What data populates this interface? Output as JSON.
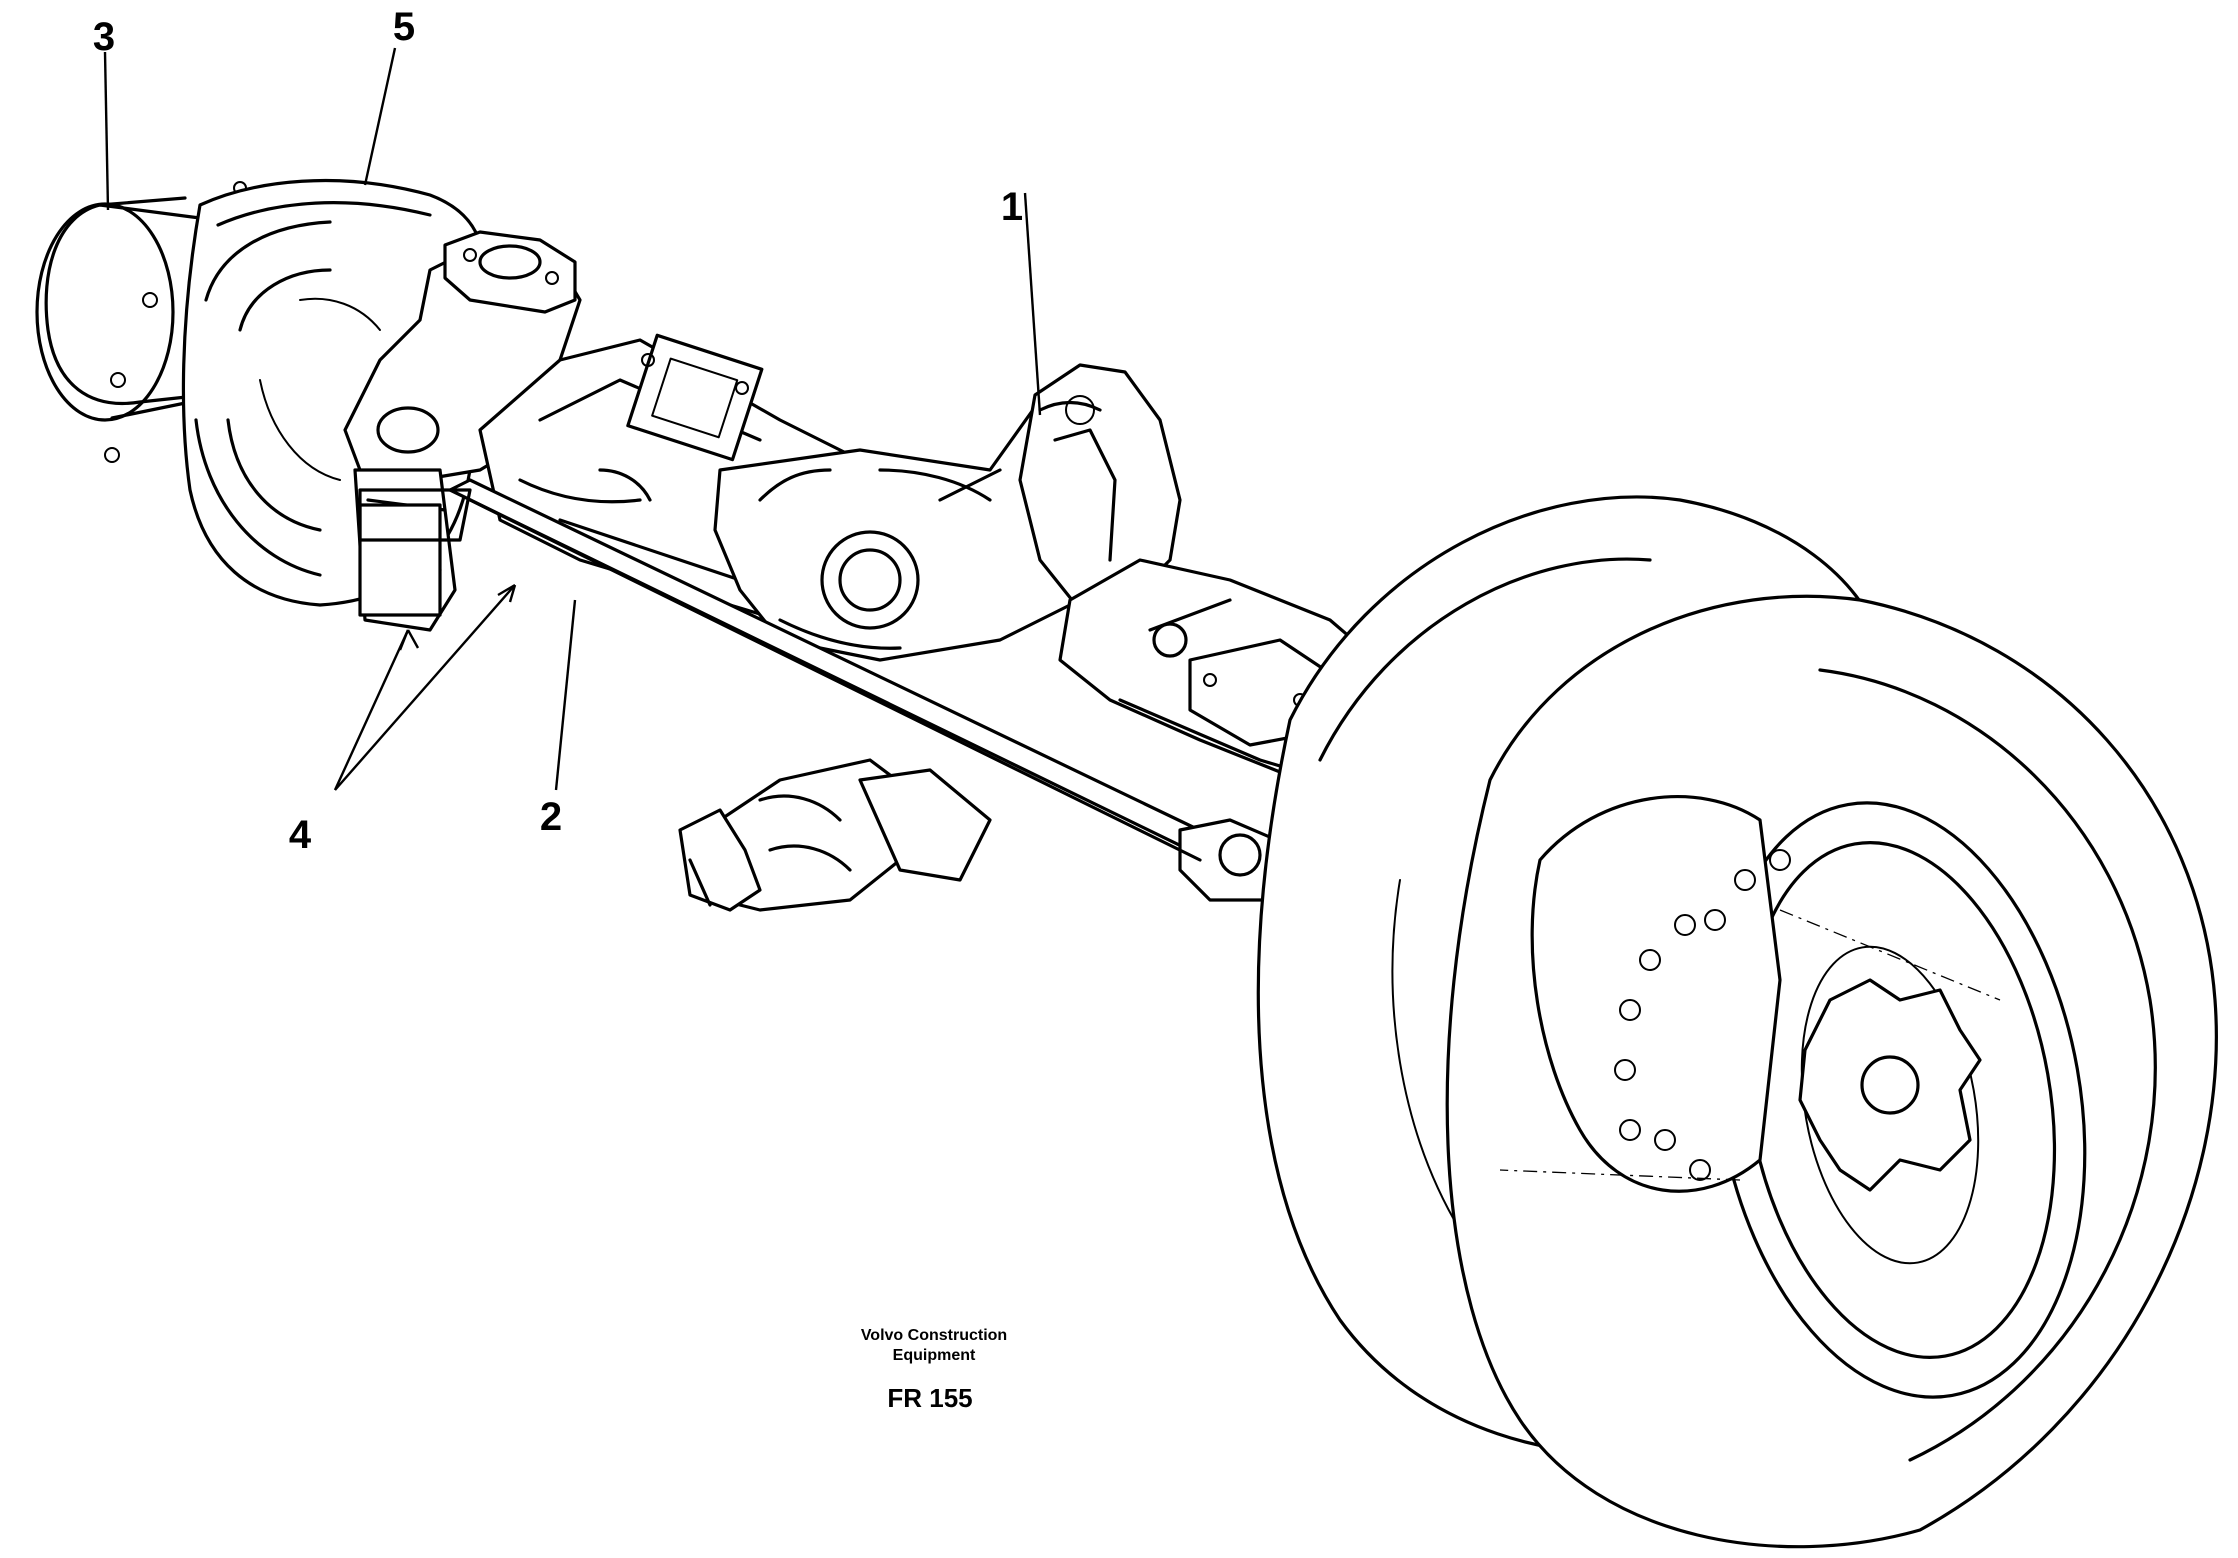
{
  "callouts": {
    "c1": "1",
    "c2": "2",
    "c3": "3",
    "c4": "4",
    "c5": "5"
  },
  "footer": {
    "brand_line1": "Volvo Construction",
    "brand_line2": "Equipment",
    "code": "FR 155"
  }
}
